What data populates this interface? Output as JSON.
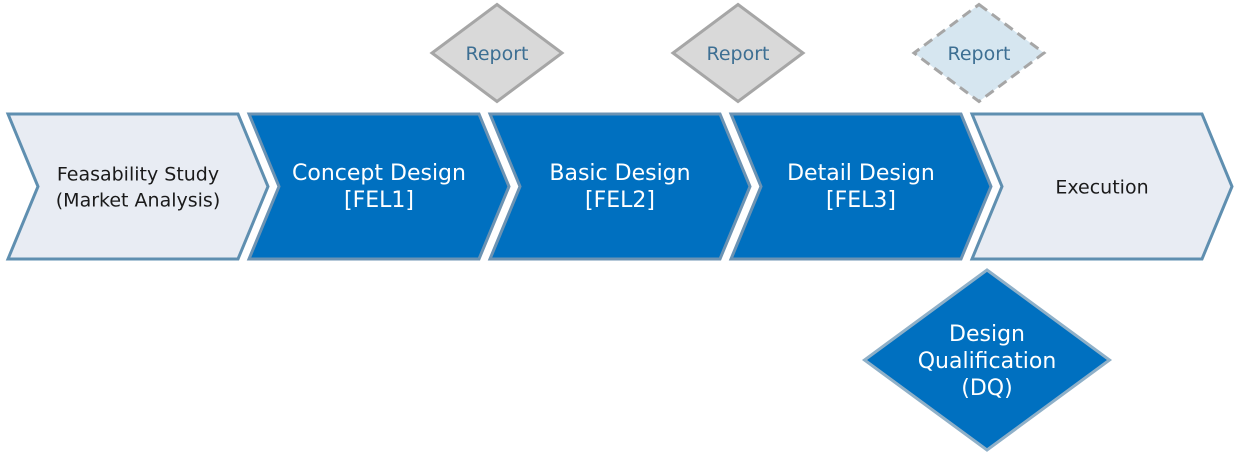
{
  "diagram": {
    "type": "process-flow",
    "stages": [
      {
        "id": "feasibility",
        "lines": [
          "Feasability Study",
          "(Market Analysis)"
        ],
        "style": "light"
      },
      {
        "id": "concept",
        "lines": [
          "Concept Design",
          "[FEL1]"
        ],
        "style": "dark"
      },
      {
        "id": "basic",
        "lines": [
          "Basic Design",
          "[FEL2]"
        ],
        "style": "dark"
      },
      {
        "id": "detail",
        "lines": [
          "Detail Design",
          "[FEL3]"
        ],
        "style": "dark"
      },
      {
        "id": "execution",
        "lines": [
          "Execution"
        ],
        "style": "light"
      }
    ],
    "reports": [
      {
        "label": "Report",
        "style": "solid",
        "after_stage": "concept"
      },
      {
        "label": "Report",
        "style": "solid",
        "after_stage": "basic"
      },
      {
        "label": "Report",
        "style": "dashed",
        "after_stage": "detail"
      }
    ],
    "milestone": {
      "lines": [
        "Design",
        "Qualification",
        "(DQ)"
      ],
      "after_stage": "detail"
    },
    "colors": {
      "dark_fill": "#0070c0",
      "dark_stroke": "#6c93b3",
      "light_fill": "#e8ecf3",
      "light_stroke": "#5f8fb0",
      "report_fill": "#d9d9d9",
      "report_stroke": "#a6a6a6",
      "report_dashed_fill": "#d6e6f0",
      "report_text": "#3d6f93"
    }
  }
}
